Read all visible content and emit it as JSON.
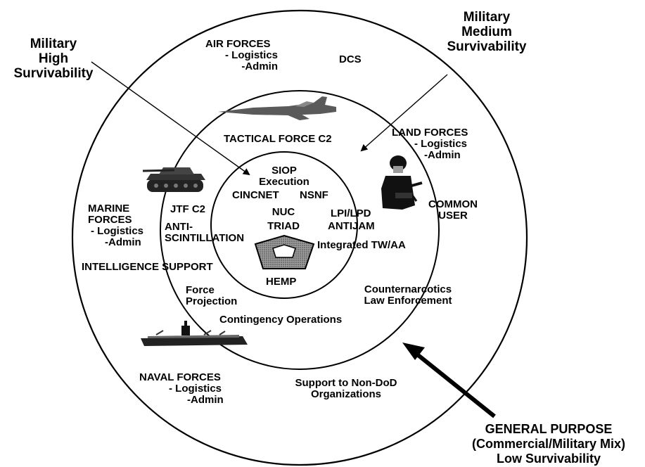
{
  "callouts": {
    "high": [
      "Military",
      "High",
      "Survivability"
    ],
    "medium": [
      "Military",
      "Medium",
      "Survivability"
    ],
    "general": [
      "GENERAL PURPOSE",
      "(Commercial/Military Mix)",
      "Low Survivability"
    ]
  },
  "outer_ring": {
    "air_forces": [
      "AIR FORCES",
      "- Logistics",
      "-Admin"
    ],
    "dcs": "DCS",
    "land_forces": [
      "LAND FORCES",
      "- Logistics",
      "-Admin"
    ],
    "common_user": [
      "COMMON",
      "USER"
    ],
    "marine_forces": [
      "MARINE",
      "FORCES",
      "- Logistics",
      "-Admin"
    ],
    "intelligence_support": "INTELLIGENCE SUPPORT",
    "naval_forces": [
      "NAVAL FORCES",
      "- Logistics",
      "-Admin"
    ],
    "support_non_dod": [
      "Support to Non-DoD",
      "Organizations"
    ]
  },
  "middle_ring": {
    "tactical_force_c2": "TACTICAL FORCE C2",
    "jtf_c2": "JTF C2",
    "anti_scintillation": [
      "ANTI-",
      "SCINTILLATION"
    ],
    "lpi_lpd": "LPI/LPD",
    "antijam": "ANTIJAM",
    "integrated_tw_aa": "Integrated TW/AA",
    "force_projection": [
      "Force",
      "Projection"
    ],
    "counternarcotics": [
      "Counternarcotics",
      "Law Enforcement"
    ],
    "contingency_operations": "Contingency Operations"
  },
  "inner_ring": {
    "siop_execution": [
      "SIOP",
      "Execution"
    ],
    "cincnet": "CINCNET",
    "nsnf": "NSNF",
    "nuc_triad": [
      "NUC",
      "TRIAD"
    ],
    "hemp": "HEMP"
  },
  "icons": [
    "jet-aircraft-icon",
    "tank-icon",
    "soldier-icon",
    "aircraft-carrier-icon",
    "pentagon-icon"
  ],
  "colors": {
    "ink": "#000000",
    "icon_gray": "#555555",
    "background": "#ffffff"
  }
}
